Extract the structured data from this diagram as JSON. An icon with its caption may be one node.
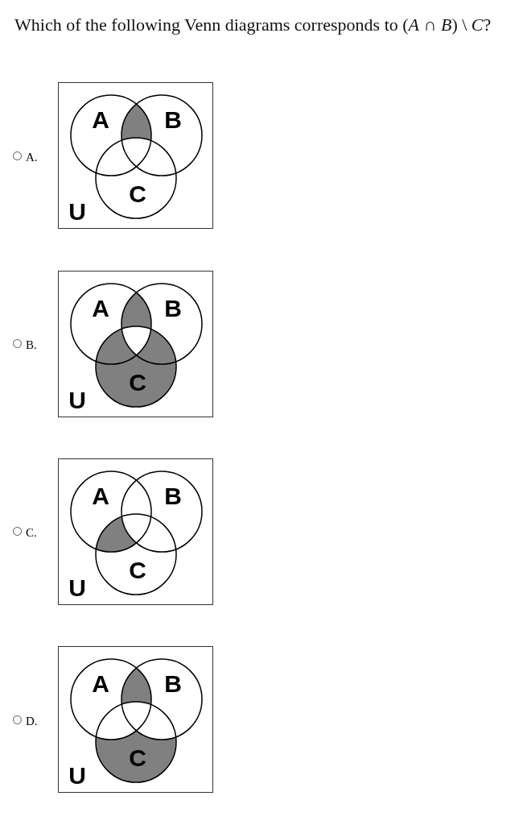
{
  "diagram": {
    "title": "Which of the following Venn diagrams corresponds to (*A* ∩ *B*) \\ *C*?",
    "nodes": [
      {
        "text": [
          "U"
        ]
      },
      {
        "text": [
          "A"
        ],
        "in": 0
      },
      {
        "text": [
          "B"
        ],
        "in": 0
      },
      {
        "text": [
          "C"
        ],
        "in": 0
      },
      {
        "text": [
          "U"
        ]
      },
      {
        "text": [
          "A"
        ],
        "in": 4
      },
      {
        "text": [
          "B"
        ],
        "in": 4
      },
      {
        "text": [
          "C"
        ],
        "in": 4
      },
      {
        "text": [
          "U"
        ]
      },
      {
        "text": [
          "A"
        ],
        "in": 8
      },
      {
        "text": [
          "B"
        ],
        "in": 8
      },
      {
        "text": [
          "C"
        ],
        "in": 8
      },
      {
        "text": [
          "U"
        ]
      },
      {
        "text": [
          "A"
        ],
        "in": 12
      },
      {
        "text": [
          "B"
        ],
        "in": 12
      },
      {
        "text": [
          "C"
        ],
        "in": 12
      }
    ],
    "labels": [
      "A.",
      "B.",
      "C.",
      "D."
    ]
  }
}
